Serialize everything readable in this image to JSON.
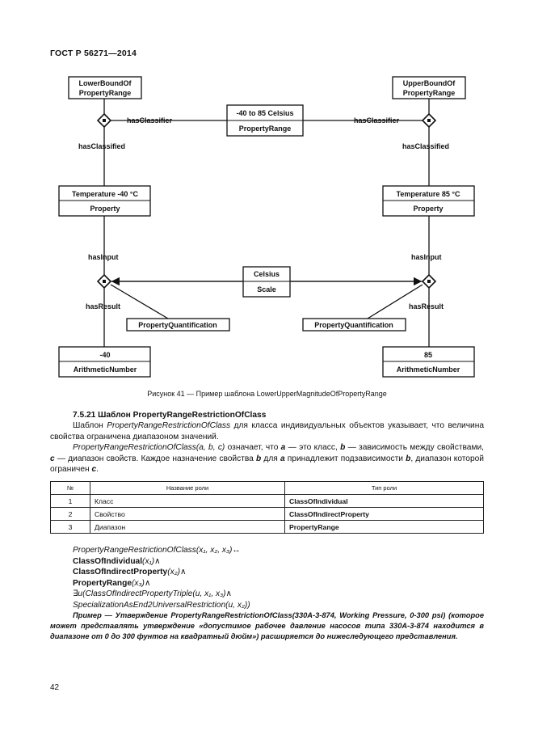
{
  "header": {
    "standard": "ГОСТ Р 56271—2014"
  },
  "diagram": {
    "top_left_box": [
      "LowerBoundOf",
      "PropertyRange"
    ],
    "top_right_box": [
      "UpperBoundOf",
      "PropertyRange"
    ],
    "center_top_box": [
      "-40 to 85 Celsius",
      "PropertyRange"
    ],
    "center_mid_box": [
      "Celsius",
      "Scale"
    ],
    "left_property_box": [
      "Temperature -40 °C",
      "Property"
    ],
    "right_property_box": [
      "Temperature 85 °C",
      "Property"
    ],
    "left_number_box": [
      "-40",
      "ArithmeticNumber"
    ],
    "right_number_box": [
      "85",
      "ArithmeticNumber"
    ],
    "left_quant_box": "PropertyQuantification",
    "right_quant_box": "PropertyQuantification",
    "labels": {
      "has_classifier_left": "hasClassifier",
      "has_classifier_right": "hasClassifier",
      "has_classified_left": "hasClassified",
      "has_classified_right": "hasClassified",
      "has_input_left": "hasInput",
      "has_input_right": "hasInput",
      "has_result_left": "hasResult",
      "has_result_right": "hasResult"
    }
  },
  "figure_caption": "Рисунок 41 — Пример шаблона LowerUpperMagnitudeOfPropertyRange",
  "section": {
    "title": "7.5.21 Шаблон PropertyRangeRestrictionOfClass",
    "p1_a": "Шаблон ",
    "p1_term": "PropertyRangeRestrictionOfClass",
    "p1_b": " для класса индивидуальных объектов указывает, что величина свойства ограничена диапазоном значений.",
    "p2_term": "PropertyRangeRestrictionOfClass",
    "p2_args": "(a, b, c)",
    "p2_a": " означает, что ",
    "p2_v1": "a",
    "p2_b": " — это класс, ",
    "p2_v2": "b",
    "p2_c": " — зависимость между свойствами, ",
    "p2_v3": "c",
    "p2_d": " — диапазон свойств. Каждое назначение свойства ",
    "p2_v4": "b",
    "p2_e": " для ",
    "p2_v5": "a",
    "p2_f": " принадлежит подзависимости ",
    "p2_v6": "b",
    "p2_g": ", диапазон которой ограничен ",
    "p2_v7": "c",
    "p2_h": "."
  },
  "table": {
    "headers": [
      "№",
      "Название роли",
      "Тип роли"
    ],
    "rows": [
      {
        "num": "1",
        "name": "Класс",
        "type": "ClassOfIndividual"
      },
      {
        "num": "2",
        "name": "Свойство",
        "type": "ClassOfIndirectProperty"
      },
      {
        "num": "3",
        "name": "Диапазон",
        "type": "PropertyRange"
      }
    ]
  },
  "formula": {
    "l1_it": "PropertyRangeRestrictionOfClass",
    "l1_rest": "(x₁, x₂, x₃)↔",
    "l2_b": "ClassOfIndividual",
    "l2_rest": "(x₁)∧",
    "l3_b": "ClassOfIndirectProperty",
    "l3_rest": "(x₂)∧",
    "l4_b": "PropertyRange",
    "l4_rest": "(x₃)∧",
    "l5": "∃u(ClassOfIndirectPropertyTriple(u, x₁, x₃)∧",
    "l6": "SpecializationAsEnd2UniversalRestriction(u, x₂))"
  },
  "example": "Пример — Утверждение PropertyRangeRestrictionOfClass(330A-3-874, Working Pressure, 0-300 psi) (которое может представлять утверждение «допустимое рабочее давление насосов типа 330A-3-874 находится в диапазоне от 0 до 300 фунтов на квадратный дюйм») расширяется до нижеследующего представления.",
  "page_number": "42"
}
